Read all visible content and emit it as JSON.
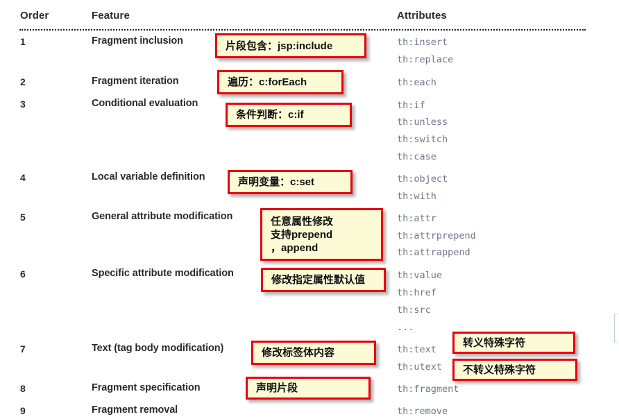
{
  "table": {
    "headers": {
      "order": "Order",
      "feature": "Feature",
      "attributes": "Attributes"
    },
    "rows": [
      {
        "order": "1",
        "feature": "Fragment inclusion",
        "attributes": [
          "th:insert",
          "th:replace"
        ]
      },
      {
        "order": "2",
        "feature": "Fragment iteration",
        "attributes": [
          "th:each"
        ]
      },
      {
        "order": "3",
        "feature": "Conditional evaluation",
        "attributes": [
          "th:if",
          "th:unless",
          "th:switch",
          "th:case"
        ]
      },
      {
        "order": "4",
        "feature": "Local variable definition",
        "attributes": [
          "th:object",
          "th:with"
        ]
      },
      {
        "order": "5",
        "feature": "General attribute modification",
        "attributes": [
          "th:attr",
          "th:attrprepend",
          "th:attrappend"
        ]
      },
      {
        "order": "6",
        "feature": "Specific attribute modification",
        "attributes": [
          "th:value",
          "th:href",
          "th:src",
          "..."
        ]
      },
      {
        "order": "7",
        "feature": "Text (tag body modification)",
        "attributes": [
          "th:text",
          "th:utext"
        ]
      },
      {
        "order": "8",
        "feature": "Fragment specification",
        "attributes": [
          "th:fragment"
        ]
      },
      {
        "order": "9",
        "feature": "Fragment removal",
        "attributes": [
          "th:remove"
        ]
      }
    ]
  },
  "annotations": [
    {
      "id": "fragment-inclusion",
      "lines": [
        "片段包含：jsp:include"
      ]
    },
    {
      "id": "fragment-iteration",
      "lines": [
        "遍历：c:forEach"
      ]
    },
    {
      "id": "conditional",
      "lines": [
        "条件判断：c:if"
      ]
    },
    {
      "id": "local-variable",
      "lines": [
        "声明变量：c:set"
      ]
    },
    {
      "id": "general-attribute",
      "lines": [
        "任意属性修改",
        "支持prepend",
        "，append"
      ]
    },
    {
      "id": "specific-attribute",
      "lines": [
        "修改指定属性默认值"
      ]
    },
    {
      "id": "text-body",
      "lines": [
        "修改标签体内容"
      ]
    },
    {
      "id": "fragment-spec",
      "lines": [
        "声明片段"
      ]
    },
    {
      "id": "escape-special",
      "lines": [
        "转义特殊字符"
      ]
    },
    {
      "id": "unescape-special",
      "lines": [
        "不转义特殊字符"
      ]
    }
  ],
  "colors": {
    "callout_background": "#fcfbd6",
    "callout_border": "#e8000d",
    "attribute_text": "#6f7787",
    "heading_text": "#2b2b2b",
    "page_background": "#ffffff"
  }
}
